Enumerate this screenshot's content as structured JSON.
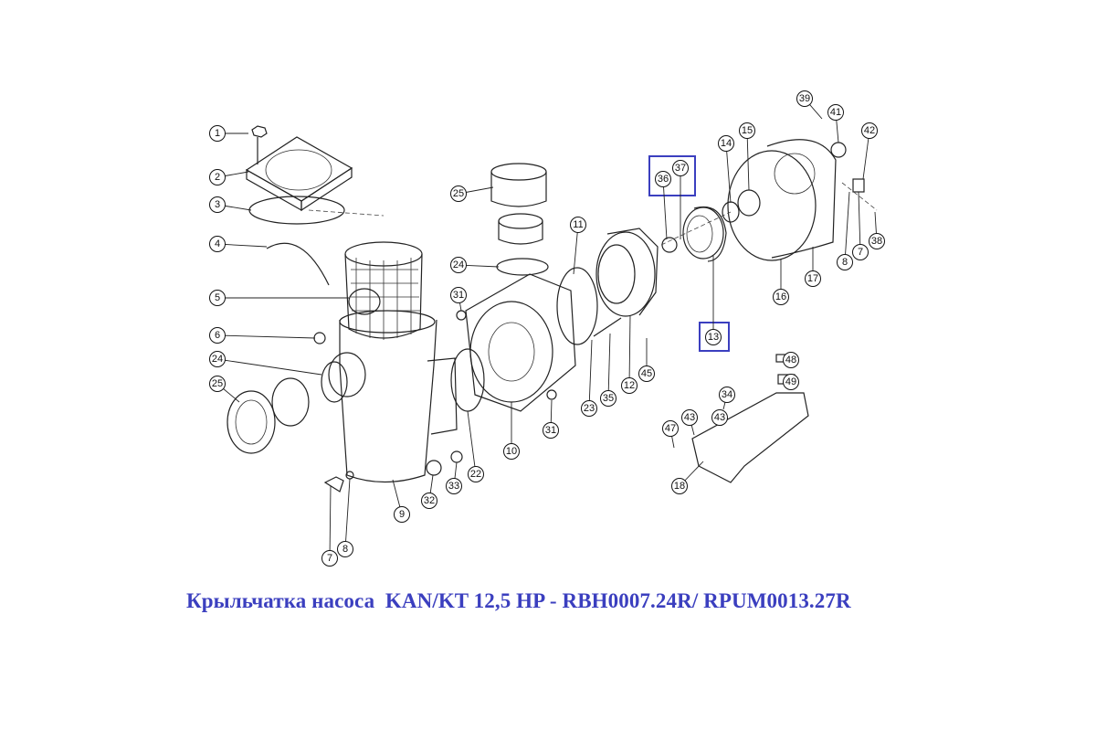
{
  "caption": "Крыльчатка насоса  KAN/KT 12,5 HP - RBH0007.24R/ RPUM0013.27R",
  "highlight_color": "#3b3fbf",
  "part_labels": [
    "1",
    "2",
    "3",
    "4",
    "5",
    "6",
    "24",
    "25",
    "25",
    "24",
    "31",
    "11",
    "36",
    "37",
    "13",
    "14",
    "15",
    "39",
    "41",
    "42",
    "17",
    "16",
    "8",
    "7",
    "38",
    "12",
    "45",
    "35",
    "23",
    "31",
    "10",
    "22",
    "33",
    "32",
    "9",
    "8",
    "7",
    "48",
    "49",
    "34",
    "43",
    "43",
    "47",
    "18"
  ],
  "highlighted_parts": [
    "36",
    "37",
    "13"
  ]
}
